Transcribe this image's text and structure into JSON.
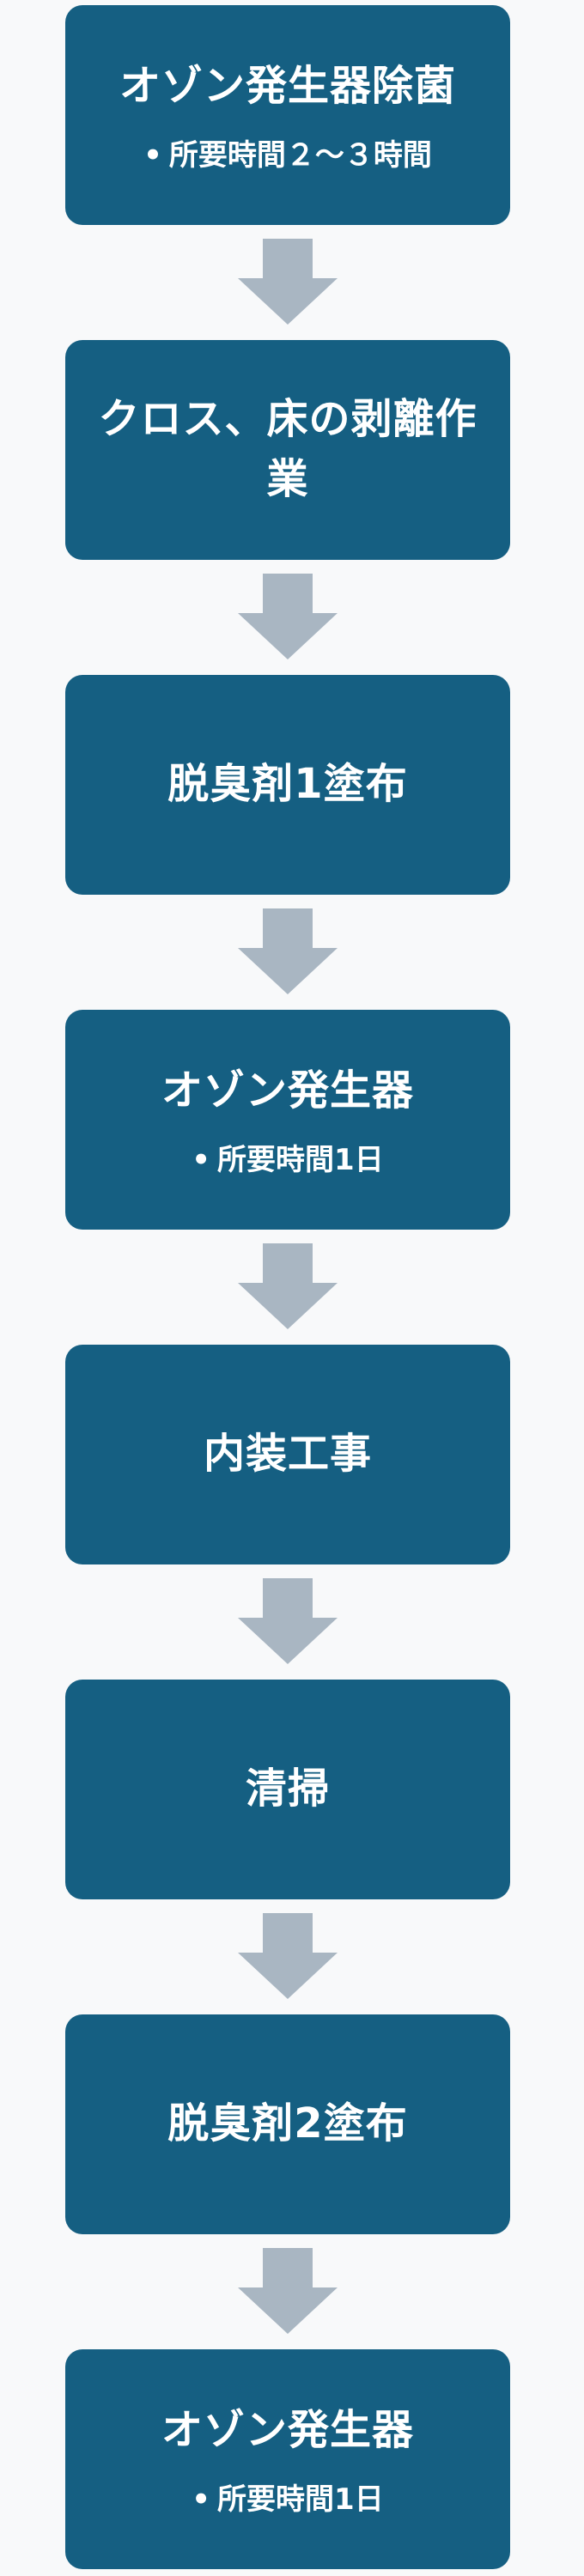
{
  "steps": [
    {
      "title": "オゾン発生器除菌",
      "bullet": "•",
      "detail": "所要時間２～３時間"
    },
    {
      "title": "クロス、床の剥離作業",
      "bullet": "",
      "detail": ""
    },
    {
      "title": "脱臭剤1塗布",
      "bullet": "",
      "detail": ""
    },
    {
      "title": "オゾン発生器",
      "bullet": "•",
      "detail": "所要時間1日"
    },
    {
      "title": "内装工事",
      "bullet": "",
      "detail": ""
    },
    {
      "title": "清掃",
      "bullet": "",
      "detail": ""
    },
    {
      "title": "脱臭剤2塗布",
      "bullet": "",
      "detail": ""
    },
    {
      "title": "オゾン発生器",
      "bullet": "•",
      "detail": "所要時間1日"
    }
  ],
  "colors": {
    "box": "#155f82",
    "arrow": "#a9b6c2",
    "text": "#ffffff",
    "background": "#f8f9fa"
  },
  "icons": {
    "connector": "down-arrow-icon"
  }
}
